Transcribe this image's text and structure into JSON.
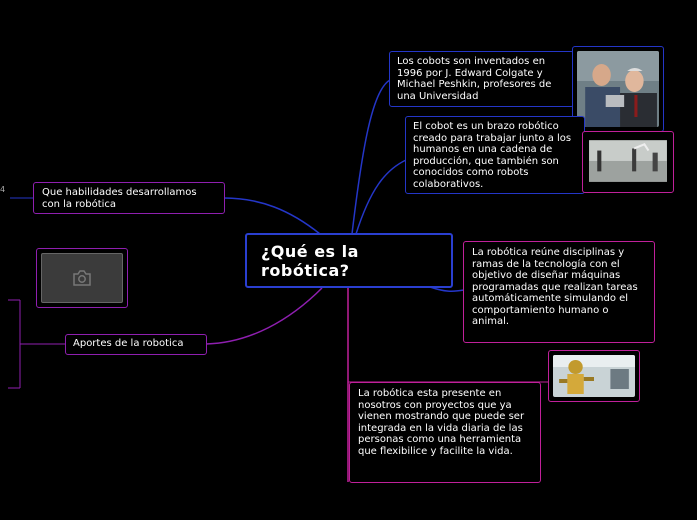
{
  "central": {
    "title": "¿Qué es la robótica?"
  },
  "nodes": {
    "cobots_history": "Los cobots son inventados en 1996 por J. Edward Colgate y Michael Peshkin, profesores de una Universidad",
    "cobot_definition": "El cobot es un brazo robótico creado para trabajar junto a los humanos en una cadena de producción, que también son conocidos como robots colaborativos.",
    "skills": "Que habilidades  desarrollamos con la robótica",
    "robotics_definition": "La robótica reúne disciplinas y ramas de la tecnología con el objetivo de diseñar máquinas programadas que realizan tareas automáticamente simulando el comportamiento humano o animal.",
    "contributions": "Aportes de la robotica",
    "presence": "La robótica esta presente en nosotros con proyectos que ya vienen mostrando que puede ser integrada en la vida diaria de las personas como una herramienta que flexibilice y facilite la vida."
  },
  "images": {
    "placeholder_icon": "camera-icon"
  },
  "colors": {
    "background": "#000000",
    "blue_branch": "#2436c8",
    "purple_branch": "#8f1fb0",
    "magenta_branch": "#c0209a"
  }
}
